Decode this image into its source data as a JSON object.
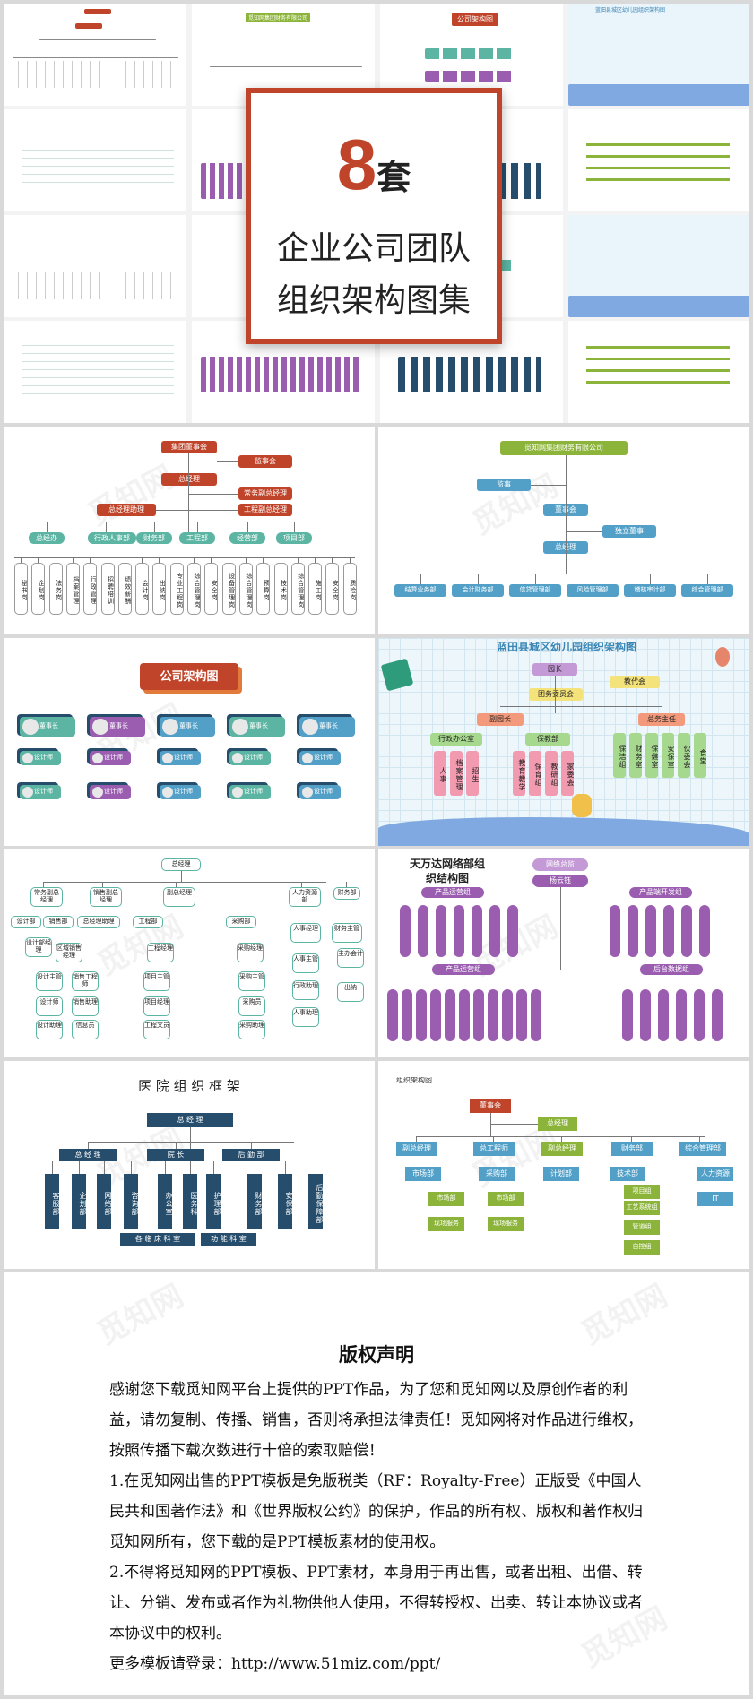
{
  "cover": {
    "number": "8",
    "suffix": "套",
    "line1": "企业公司团队",
    "line2": "组织架构图集"
  },
  "watermark": "觅知网",
  "thumbs": {
    "t2_title": "觅知网集团财务有限公司",
    "t3_title": "公司架构图",
    "t4_title": "蓝田县城区幼儿园组织架构图",
    "t6_title": "天万达网络部组织结构图",
    "t8_title": "组织架构图",
    "t7_title": "医院组织框架"
  },
  "chart1": {
    "top": "集团董事会",
    "supervisor": "监事会",
    "gm": "总经理",
    "deputy1": "常务副总经理",
    "deputy2": "工程副总经理",
    "assistant": "总经理助理",
    "depts": [
      "总经办",
      "行政人事部",
      "财务部",
      "工程部",
      "经营部",
      "项目部"
    ],
    "leaves": [
      "秘书岗",
      "企划岗",
      "法务岗",
      "档案管理",
      "行政管理",
      "招聘培训",
      "绩效薪酬",
      "会计岗",
      "出纳岗",
      "专业工程岗",
      "综合管理岗",
      "安全岗",
      "设备管理岗",
      "综合管理岗",
      "预算岗",
      "技术岗",
      "综合管理岗",
      "施工岗",
      "安全岗",
      "质检岗"
    ]
  },
  "chart2": {
    "company": "觅知网集团财务有限公司",
    "supervisor": "监事",
    "board": "董事会",
    "independent": "独立董事",
    "gm": "总经理",
    "depts": [
      "结算业务部",
      "会计财务部",
      "信贷管理部",
      "风险管理部",
      "稽核审计部",
      "综合管理部"
    ]
  },
  "chart3": {
    "title": "公司架构图",
    "role1": "董事长",
    "role2": "设计师",
    "role3": "设计师"
  },
  "chart4": {
    "title": "蓝田县城区幼儿园组织架构图",
    "head": "园长",
    "union": "教代会",
    "committee": "团务委员会",
    "vice": "副园长",
    "director": "总务主任",
    "admin": "行政办公室",
    "care": "保教部",
    "admin_leaves": [
      "人事",
      "档案管理",
      "招生"
    ],
    "care_leaves": [
      "教育教学",
      "保育组",
      "教研组",
      "家委会"
    ],
    "dir_leaves": [
      "保洁组",
      "财务室",
      "保健室",
      "安保室",
      "伙委会",
      "食堂"
    ]
  },
  "chart5": {
    "top": "总经理",
    "l1": [
      "常务副总经理",
      "销售副总经理",
      "副总经理",
      "人力资源部",
      "财务部"
    ],
    "l2": [
      "设计部",
      "销售部",
      "总经理助理",
      "工程部",
      "采购部",
      "人事经理",
      "财务主管"
    ],
    "l3": [
      "设计部经理",
      "区域销售经理",
      "工程经理",
      "采购经理",
      "人事主管",
      "主办会计"
    ],
    "l4": [
      "设计主管",
      "销售工程师",
      "设计师",
      "销售助理",
      "设计助理",
      "信息员",
      "项目主管",
      "项目经理",
      "工程文员",
      "采购主管",
      "采购员",
      "采购助理",
      "行政助理",
      "人事助理",
      "出纳"
    ]
  },
  "chart6": {
    "title1": "天万达网络部组",
    "title2": "织结构图",
    "head": "网络总监",
    "sub": "杨云钰",
    "g1": "产品运营组",
    "g2": "产品端开发组",
    "g3": "产品运营组",
    "g4": "后台数据组"
  },
  "chart7": {
    "title": "医 院 组 织 框 架",
    "top": "总 经 理",
    "l1": [
      "总 经 理",
      "院 长",
      "后 勤 部"
    ],
    "leaves": [
      "客服部",
      "企划部",
      "网络部",
      "咨询部",
      "办公室",
      "医务科",
      "护理部",
      "财务部",
      "安保部",
      "后勤保障部"
    ],
    "bottom": [
      "各 临 床 科 室",
      "功 能 科 室"
    ]
  },
  "chart8": {
    "caption": "组织架构图",
    "board": "董事会",
    "gm": "总经理",
    "l1": [
      "副总经理",
      "总工程师",
      "副总经理",
      "财务部",
      "综合管理部"
    ],
    "l2": [
      "市场部",
      "采购部",
      "计划部",
      "技术部",
      "人力资源",
      "IT"
    ],
    "l3": [
      "市场部",
      "现场服务",
      "市场部",
      "现场服务",
      "项目组",
      "工艺系统组",
      "管道组",
      "自控组"
    ]
  },
  "copyright": {
    "title": "版权声明",
    "p1": "感谢您下载觅知网平台上提供的PPT作品，为了您和觅知网以及原创作者的利益，请勿复制、传播、销售，否则将承担法律责任！觅知网将对作品进行维权，按照传播下载次数进行十倍的索取赔偿！",
    "p2": "1.在觅知网出售的PPT模板是免版税类（RF：Royalty-Free）正版受《中国人民共和国著作法》和《世界版权公约》的保护，作品的所有权、版权和著作权归觅知网所有，您下载的是PPT模板素材的使用权。",
    "p3": "2.不得将觅知网的PPT模板、PPT素材，本身用于再出售，或者出租、出借、转让、分销、发布或者作为礼物供他人使用，不得转授权、出卖、转让本协议或者本协议中的权利。",
    "p4": "更多模板请登录：http://www.51miz.com/ppt/"
  },
  "colors": {
    "red": "#c0442a",
    "teal": "#5bb5a2",
    "navy": "#264e6c",
    "purple": "#9a5db0",
    "green": "#8cb43a",
    "blue": "#52a0c8"
  }
}
